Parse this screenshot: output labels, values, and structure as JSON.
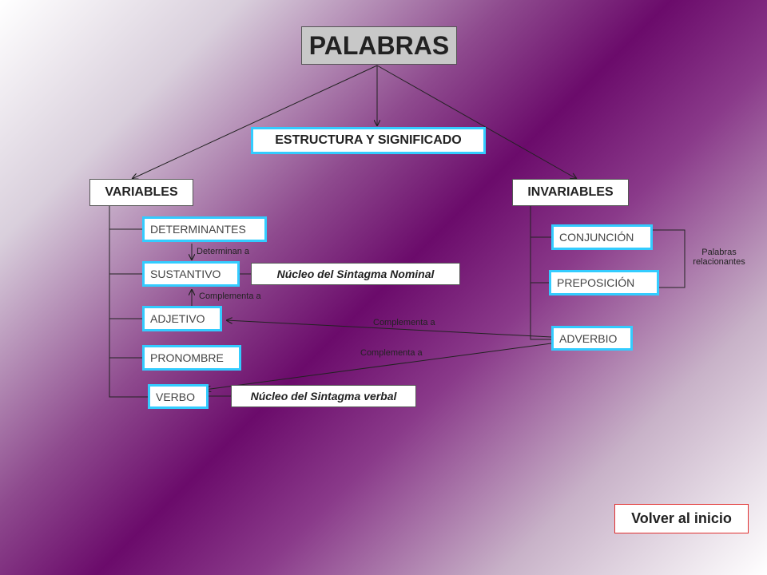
{
  "title": "PALABRAS",
  "structure": "ESTRUCTURA Y SIGNIFICADO",
  "variables": {
    "label": "VARIABLES",
    "items": {
      "determinantes": "DETERMINANTES",
      "sustantivo": "SUSTANTIVO",
      "adjetivo": "ADJETIVO",
      "pronombre": "PRONOMBRE",
      "verbo": "VERBO"
    }
  },
  "invariables": {
    "label": "INVARIABLES",
    "items": {
      "conjuncion": "CONJUNCIÓN",
      "preposicion": "PREPOSICIÓN",
      "adverbio": "ADVERBIO"
    }
  },
  "nucleo_nominal": "Núcleo del Sintagma Nominal",
  "nucleo_verbal": "Núcleo del Sintagma verbal",
  "edge_labels": {
    "determinan": "Determinan a",
    "complementa_sust": "Complementa a",
    "complementa_adj": "Complementa a",
    "complementa_verbo": "Complementa a",
    "relacionantes_1": "Palabras",
    "relacionantes_2": "relacionantes"
  },
  "back_button": "Volver al inicio",
  "colors": {
    "highlight_border": "#33ccff",
    "back_border": "#e03030",
    "line": "#222222"
  }
}
